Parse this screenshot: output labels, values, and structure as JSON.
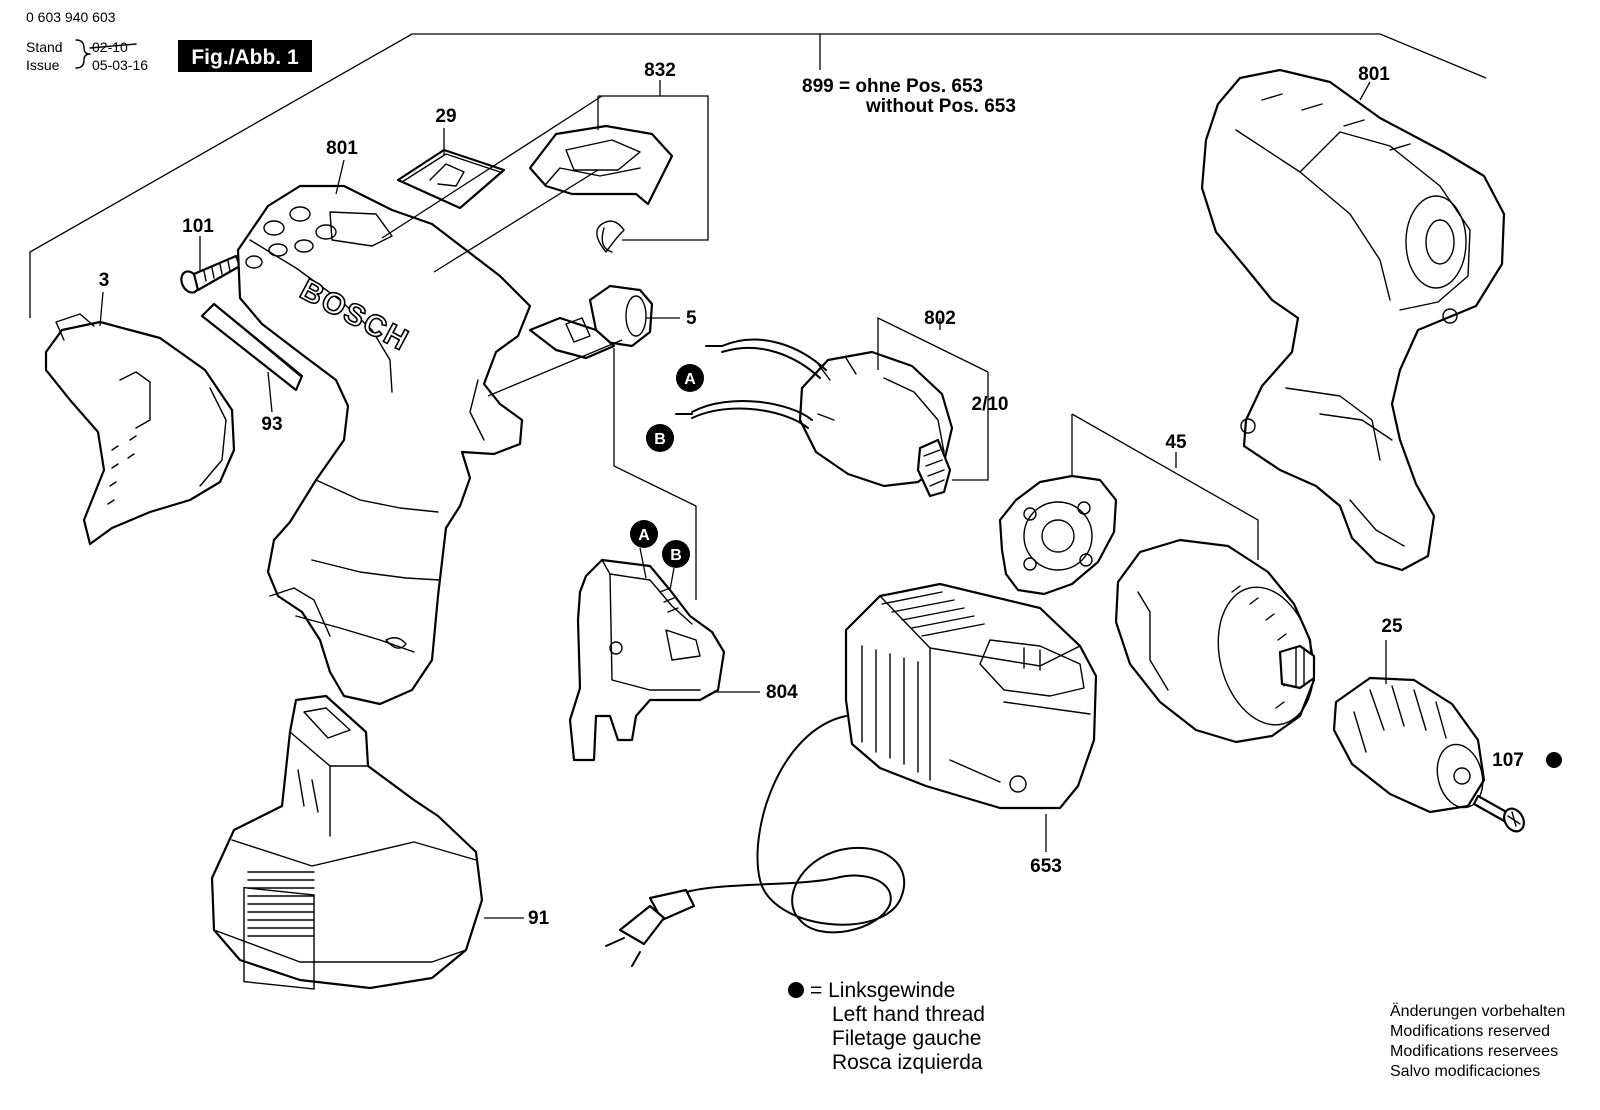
{
  "header": {
    "doc_number": "0 603 940 603",
    "stand_label": "Stand",
    "stand_value": "02-10",
    "issue_label": "Issue",
    "issue_value": "05-03-16",
    "figure_label": "Fig./Abb. 1"
  },
  "assembly_note": {
    "line1": "899 = ohne Pos. 653",
    "line2": "without Pos. 653"
  },
  "brand_text": "BOSCH",
  "parts": [
    {
      "id": "p3",
      "label": "3"
    },
    {
      "id": "p29",
      "label": "29"
    },
    {
      "id": "p801a",
      "label": "801"
    },
    {
      "id": "p101",
      "label": "101"
    },
    {
      "id": "p93",
      "label": "93"
    },
    {
      "id": "p832",
      "label": "832"
    },
    {
      "id": "p5",
      "label": "5"
    },
    {
      "id": "p802",
      "label": "802"
    },
    {
      "id": "p210",
      "label": "2/10"
    },
    {
      "id": "p45",
      "label": "45"
    },
    {
      "id": "p801b",
      "label": "801"
    },
    {
      "id": "p804",
      "label": "804"
    },
    {
      "id": "p25",
      "label": "25"
    },
    {
      "id": "p107",
      "label": "107"
    },
    {
      "id": "p653",
      "label": "653"
    },
    {
      "id": "p91",
      "label": "91"
    }
  ],
  "connectors": {
    "a": "A",
    "b": "B"
  },
  "legend": {
    "symbol_note": "= Linksgewinde",
    "lines": [
      "Left hand thread",
      "Filetage gauche",
      "Rosca izquierda"
    ]
  },
  "modifications": [
    "Änderungen vorbehalten",
    "Modifications reserved",
    "Modifications reservees",
    "Salvo modificaciones"
  ]
}
